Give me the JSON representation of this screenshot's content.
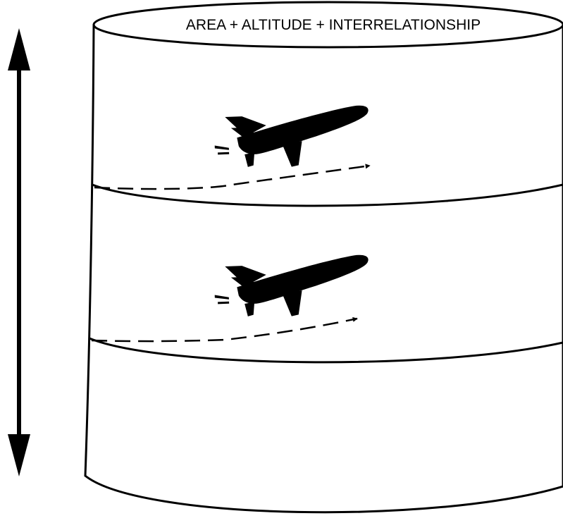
{
  "title": "AREA + ALTITUDE + INTERRELATIONSHIP",
  "layers": [
    {
      "name": "upper-layer",
      "has_aircraft": true
    },
    {
      "name": "middle-layer",
      "has_aircraft": true
    },
    {
      "name": "lower-layer",
      "has_aircraft": false
    }
  ],
  "icons": {
    "aircraft": "airplane-icon",
    "flight_path": "dashed-arrow",
    "altitude_range": "double-headed-arrow"
  },
  "colors": {
    "ink": "#000000",
    "background": "#ffffff"
  }
}
